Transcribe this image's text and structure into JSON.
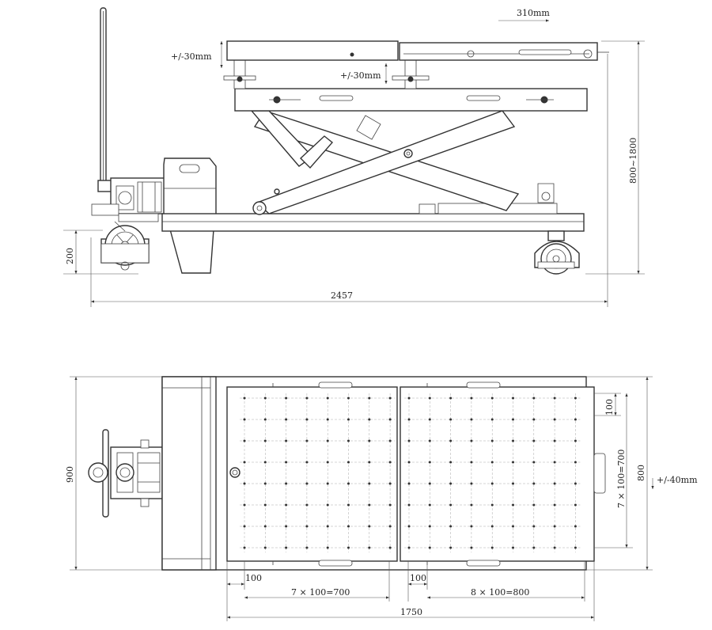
{
  "side_view": {
    "dim_overall_length": "2457",
    "dim_height_range": "800~1800",
    "dim_wheel_height": "200",
    "dim_slide_travel": "310mm",
    "dim_tilt_left": "+/-30mm",
    "dim_tilt_center": "+/-30mm"
  },
  "top_view": {
    "dim_total_width": "900",
    "dim_table_width": "800",
    "dim_side_adjust": "+/-40mm",
    "dim_grid_first": "100",
    "dim_grid_rows": "7 × 100=700",
    "dim_row_first": "100",
    "dim_left_first": "100",
    "dim_left_grid": "7 × 100=700",
    "dim_right_first": "100",
    "dim_right_grid": "8 × 100=800",
    "dim_table_length": "1750"
  }
}
